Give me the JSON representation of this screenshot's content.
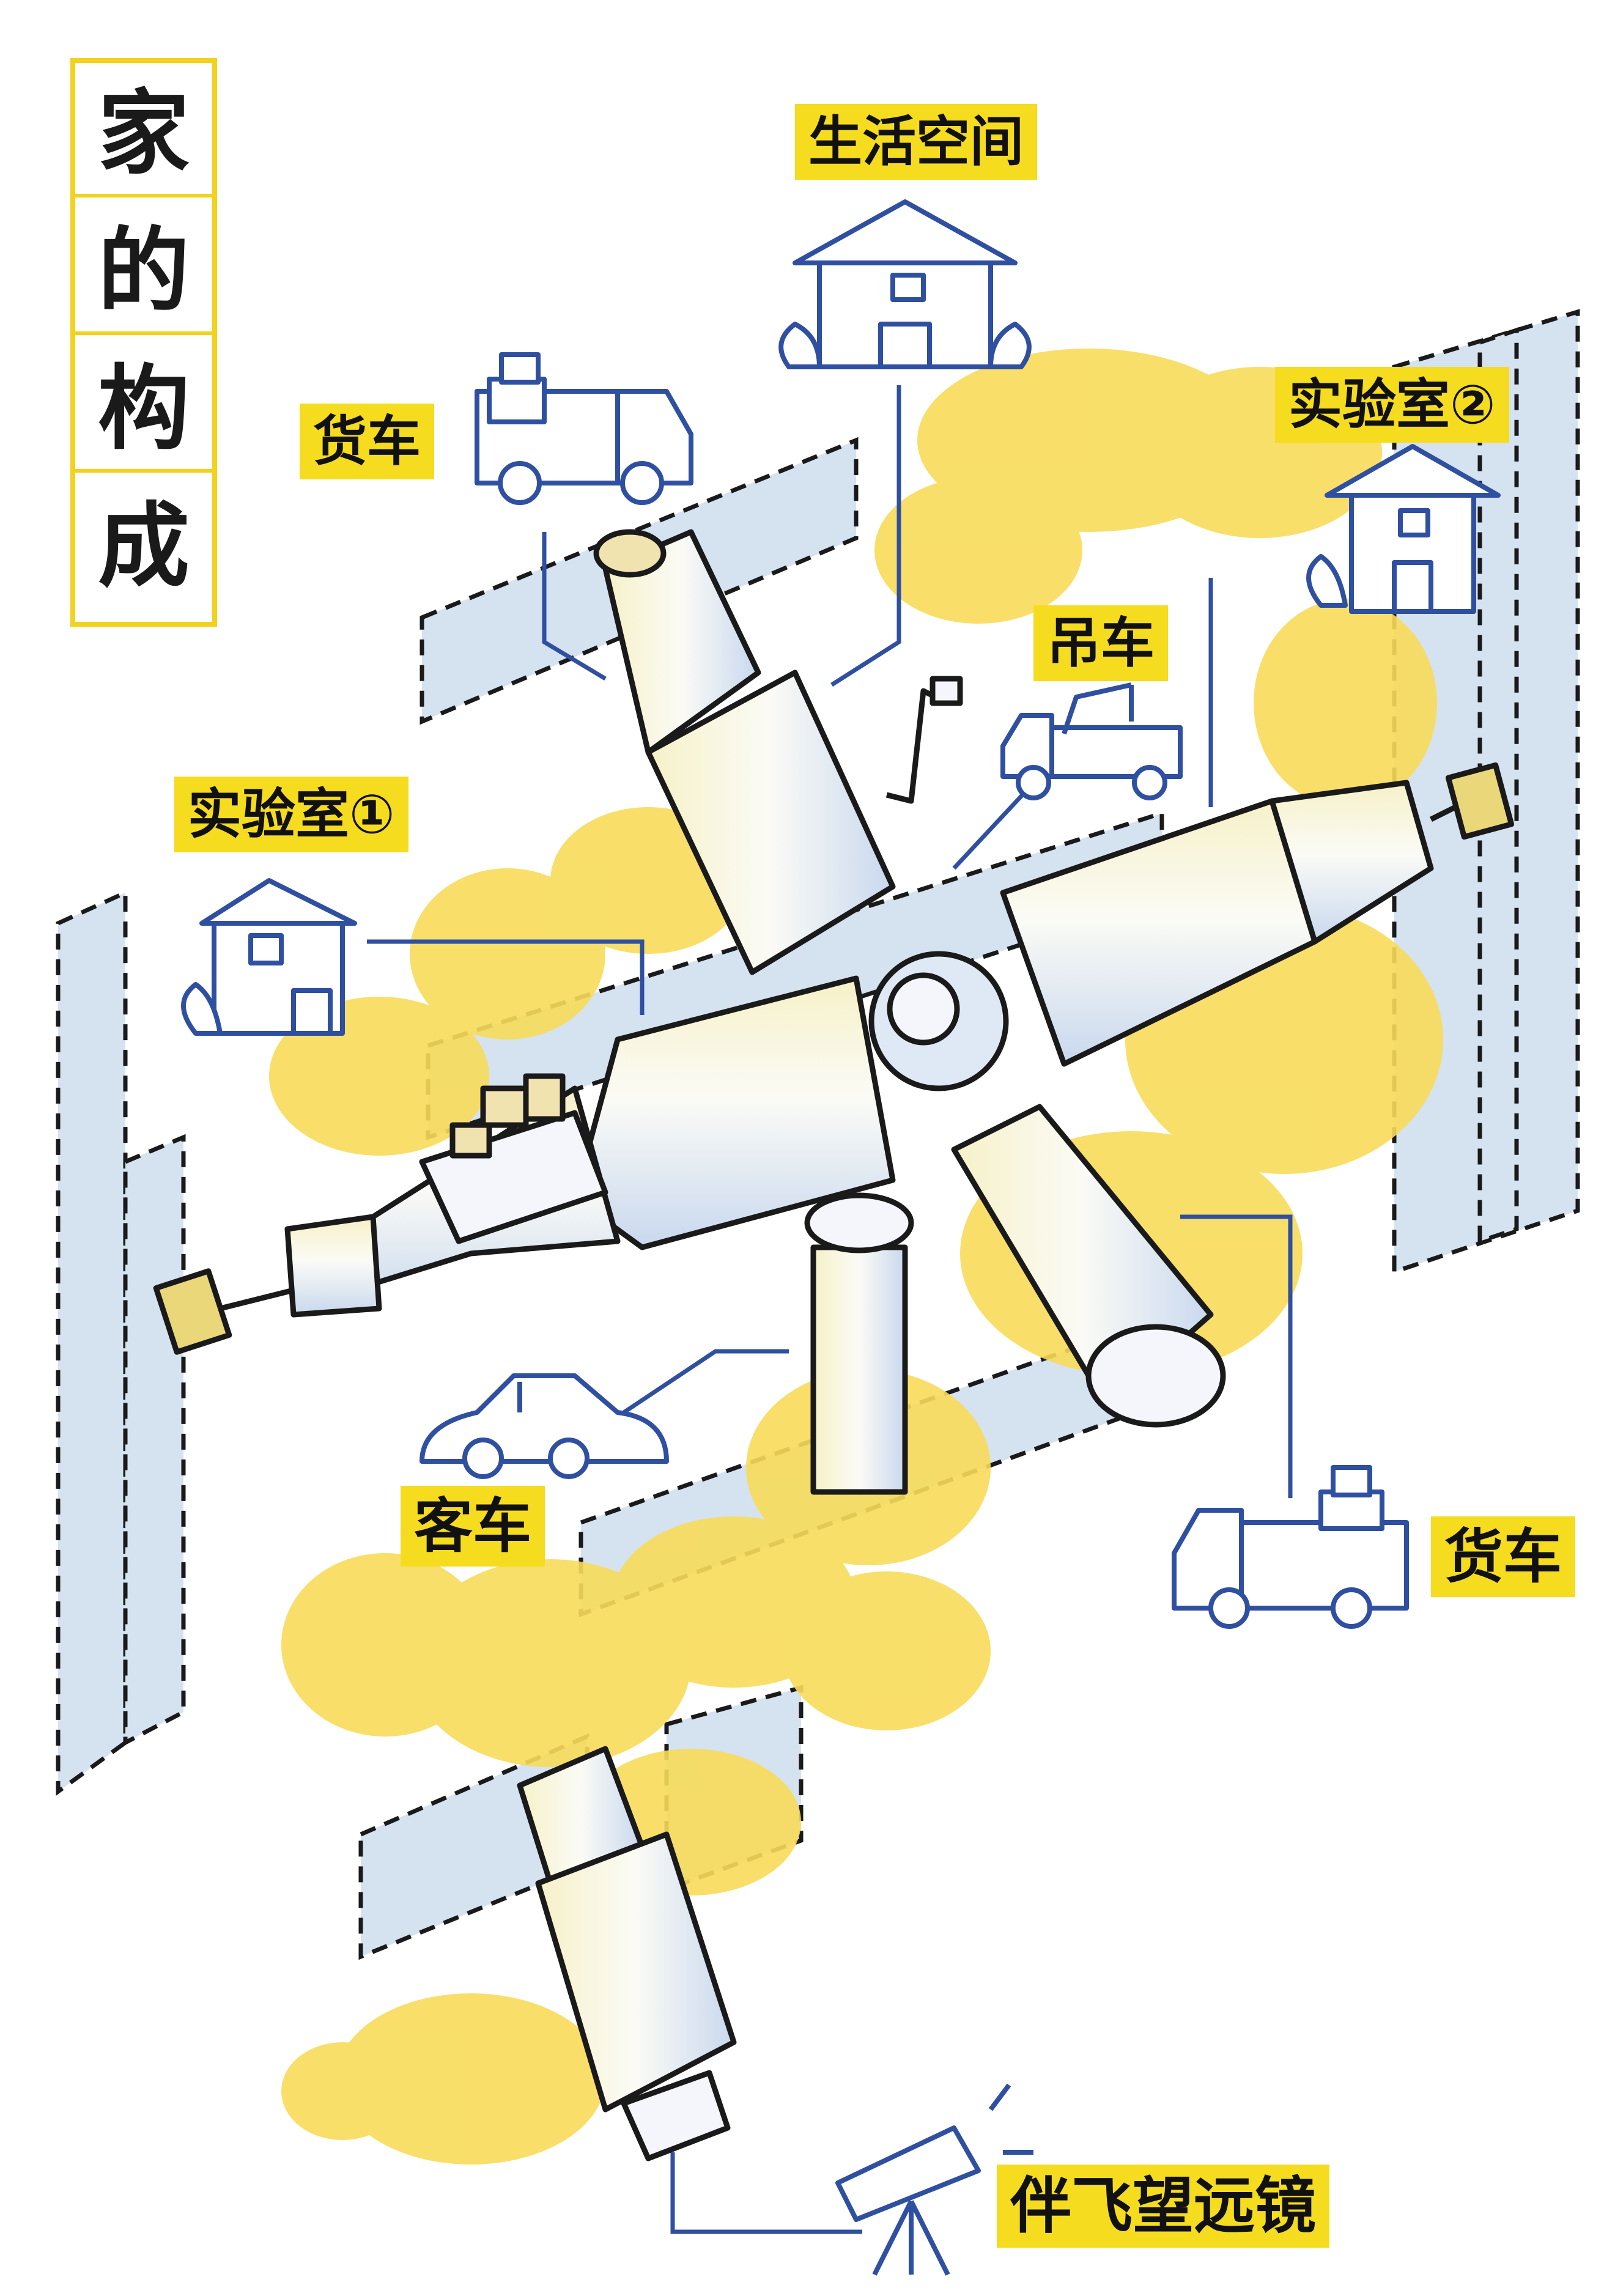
{
  "title_chars": [
    "家",
    "的",
    "构",
    "成"
  ],
  "labels": {
    "living_space": "生活空间",
    "cargo_top": "货车",
    "lab2": "实验室②",
    "crane": "吊车",
    "lab1": "实验室①",
    "passenger": "客车",
    "cargo_right": "货车",
    "telescope": "伴飞望远镜"
  },
  "colors": {
    "accent_yellow": "#f5dc1e",
    "cloud_yellow": "#f8dc5a",
    "outline_blue": "#2f4fa0",
    "panel_blue": "#d5e2f0",
    "module_white": "#f4f6fb",
    "ink": "#1a1a1a"
  }
}
